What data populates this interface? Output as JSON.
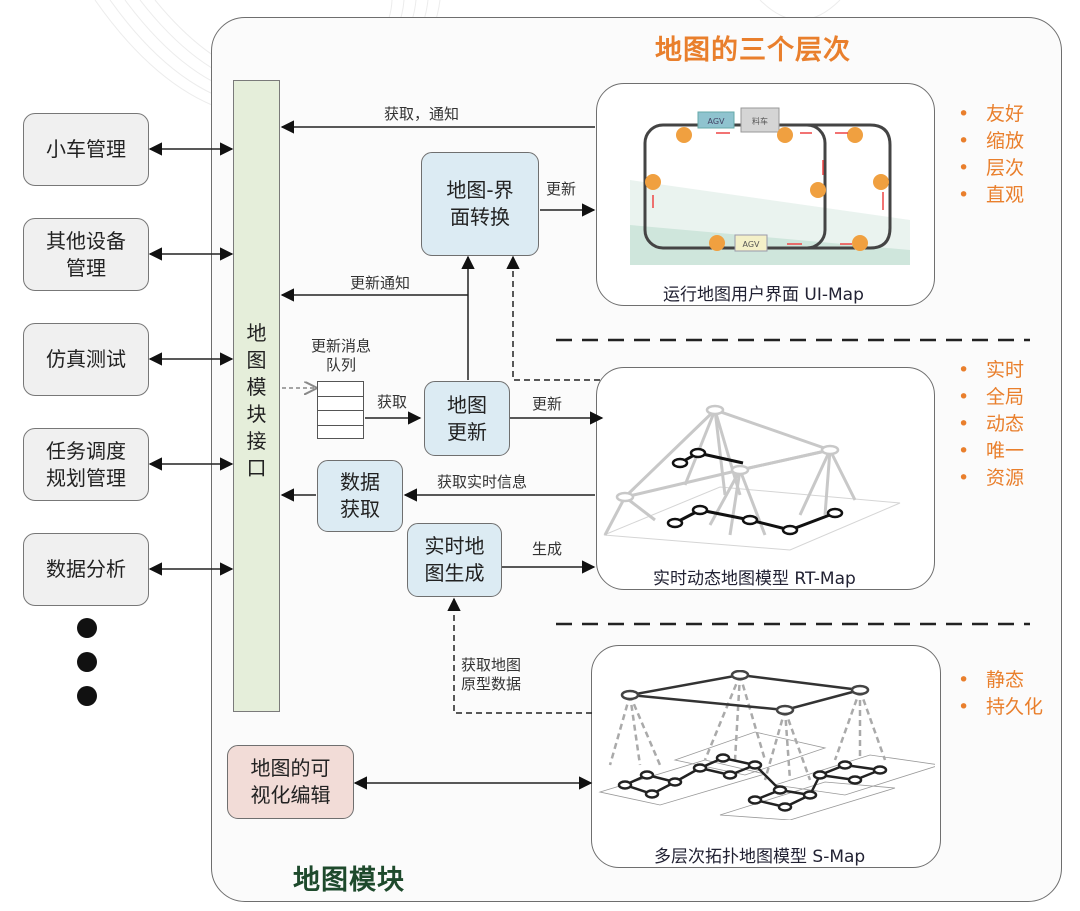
{
  "titles": {
    "three_layers": "地图的三个层次",
    "map_module": "地图模块"
  },
  "external_modules": [
    {
      "label": "小车管理"
    },
    {
      "label": "其他设备\n管理"
    },
    {
      "label": "仿真测试"
    },
    {
      "label": "任务调度\n规划管理"
    },
    {
      "label": "数据分析"
    }
  ],
  "more_indicator": "•••",
  "interface": {
    "label": "地\n图\n模\n块\n接\n口"
  },
  "processes": {
    "map_ui_convert": "地图-界\n面转换",
    "map_update": "地图\n更新",
    "data_fetch": "数据\n获取",
    "rt_map_generate": "实时地\n图生成",
    "visual_edit": "地图的可\n视化编辑"
  },
  "queue": {
    "label": "更新消息\n队列"
  },
  "edges": {
    "fetch_notify": "获取，通知",
    "update_ui": "更新",
    "update_notify": "更新通知",
    "fetch_queue": "获取",
    "update_rt": "更新",
    "fetch_realtime": "获取实时信息",
    "generate": "生成",
    "fetch_prototype": "获取地图\n原型数据"
  },
  "layers": [
    {
      "id": "ui-map",
      "caption": "运行地图用户界面 UI-Map",
      "features": [
        "友好",
        "缩放",
        "层次",
        "直观"
      ],
      "image_labels": {
        "agv_top": "AGV",
        "box_top": "料车",
        "agv_bottom": "AGV"
      }
    },
    {
      "id": "rt-map",
      "caption": "实时动态地图模型 RT-Map",
      "features": [
        "实时",
        "全局",
        "动态",
        "唯一",
        "资源"
      ]
    },
    {
      "id": "s-map",
      "caption": "多层次拓扑地图模型 S-Map",
      "features": [
        "静态",
        "持久化"
      ]
    }
  ],
  "colors": {
    "accent_orange": "#e97f2c",
    "title_green": "#1e4a2c",
    "process_blue": "#dcebf3",
    "interface_green": "#e5eeda",
    "edit_pink": "#f2dcd7",
    "external_gray": "#f0f0f0"
  }
}
